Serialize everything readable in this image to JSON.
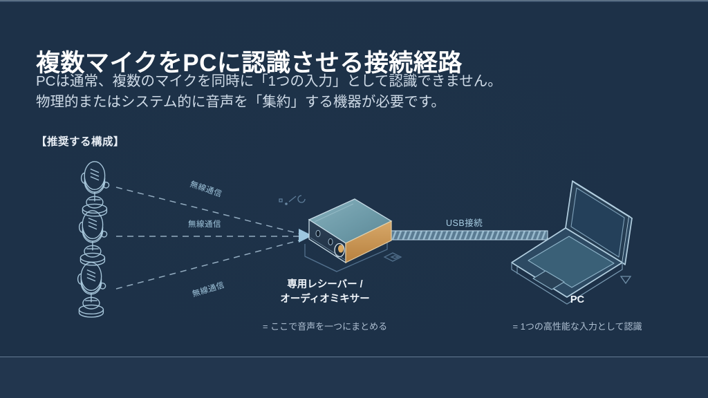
{
  "slide": {
    "title": "複数マイクをPCに認識させる接続経路",
    "subtitle_line1": "PCは通常、複数のマイクを同時に「1つの入力」として認識できません。",
    "subtitle_line2": "物理的またはシステム的に音声を「集約」する機器が必要です。",
    "section_label": "【推奨する構成】"
  },
  "diagram": {
    "microphones": [
      {
        "name": "microphone-1"
      },
      {
        "name": "microphone-2"
      },
      {
        "name": "microphone-3"
      }
    ],
    "links": {
      "wireless_1": "無線通信",
      "wireless_2": "無線通信",
      "wireless_3": "無線通信",
      "usb": "USB接続"
    },
    "mixer": {
      "caption_line1": "専用レシーバー /",
      "caption_line2": "オーディオミキサー",
      "note": "= ここで音声を一つにまとめる"
    },
    "pc": {
      "caption": "PC",
      "note": "= 1つの高性能な入力として認識"
    }
  },
  "colors": {
    "background": "#1d3148",
    "bottom_band": "#22364e",
    "title_text": "#ffffff",
    "body_text": "#cfdbe7",
    "line_art": "#a7c6da",
    "accent_teal": "#6d9aa8",
    "accent_copper": "#c89456",
    "label_blue": "#9fc4da",
    "divider": "#8ba3bb"
  }
}
